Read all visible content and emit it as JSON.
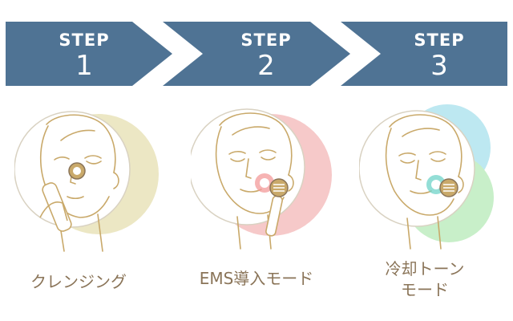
{
  "colors": {
    "banner": "#4f7394",
    "chevron": "#ffffff",
    "caption": "#8a7458",
    "line_art": "#c9a96a",
    "halo_step1": "#ece7c4",
    "halo_step2": "#f6c9c9",
    "halo_step3_top": "#bde8f1",
    "halo_step3_bottom": "#c8efc9"
  },
  "steps": [
    {
      "word": "STEP",
      "number": "1",
      "caption": "クレンジング",
      "icon": "cleansing-face-illustration"
    },
    {
      "word": "STEP",
      "number": "2",
      "caption": "EMS導入モード",
      "icon": "ems-face-illustration"
    },
    {
      "word": "STEP",
      "number": "3",
      "caption_line1": "冷却トーン",
      "caption_line2": "モード",
      "icon": "cooling-tone-face-illustration"
    }
  ]
}
